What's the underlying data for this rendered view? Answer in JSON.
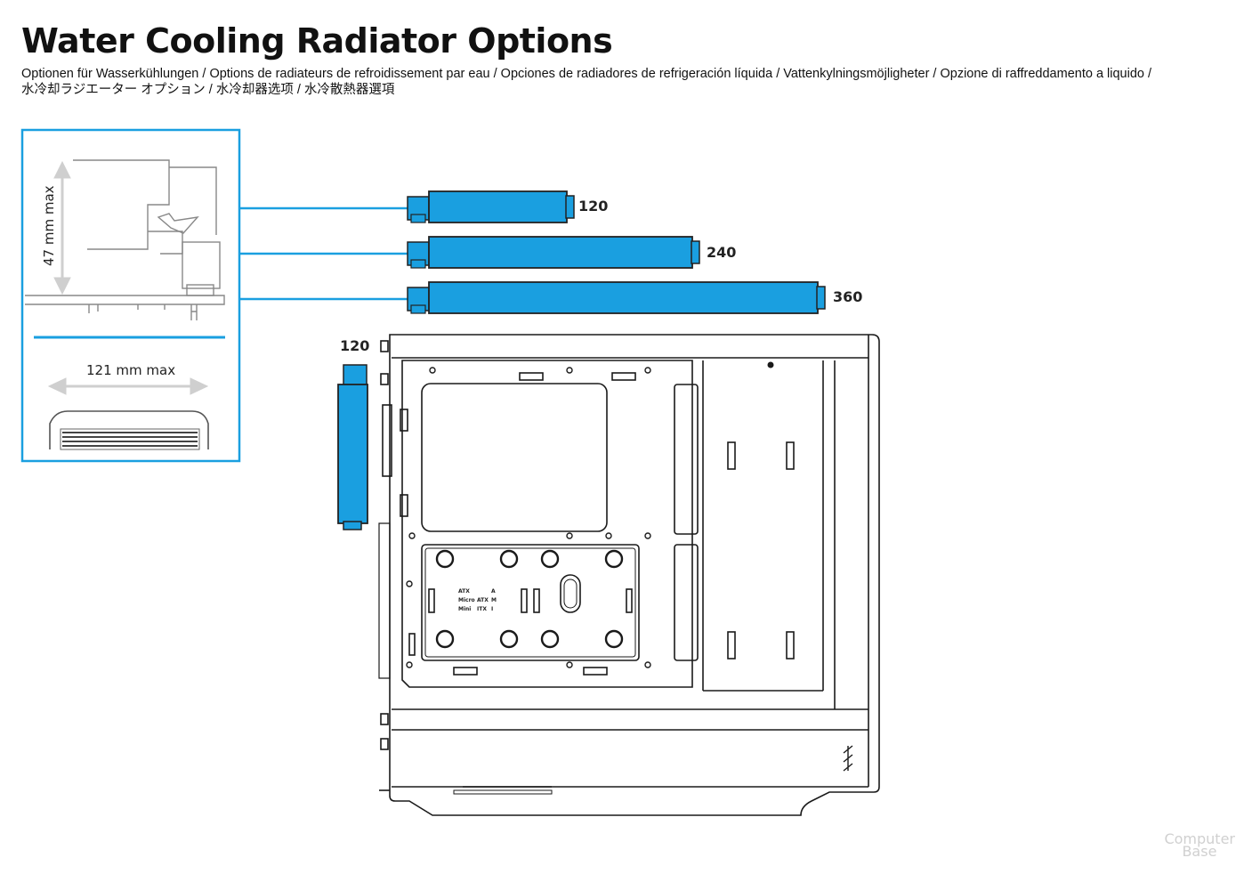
{
  "header": {
    "title": "Water Cooling Radiator Options",
    "subtitle_line1": "Optionen für Wasserkühlungen / Options de radiateurs de refroidissement par eau / Opciones de radiadores de refrigeración líquida / Vattenkylningsmöjligheter / Opzione di raffreddamento a liquido /",
    "subtitle_line2": "水冷却ラジエーター オプション / 水冷却器选项 / 水冷散熱器選項"
  },
  "inset": {
    "height_label": "47 mm max",
    "width_label": "121 mm max"
  },
  "radiators": {
    "top_120": "120",
    "top_240": "240",
    "top_360": "360",
    "rear_120": "120"
  },
  "mobo_labels": {
    "atx": "ATX",
    "micro": "Micro",
    "mini": "Mini",
    "atx2": "ATX",
    "itx": "ITX",
    "a": "A",
    "m": "M",
    "i": "I"
  },
  "watermark": {
    "line1": "Computer",
    "line2": "Base"
  },
  "colors": {
    "accent": "#1a9fe0",
    "line": "#1a1a1a"
  }
}
